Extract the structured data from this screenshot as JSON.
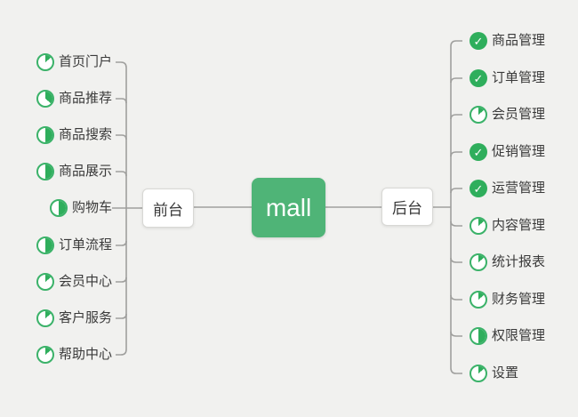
{
  "canvas": {
    "background": "#f1f1ef",
    "line_color": "#9f9f9d"
  },
  "root": {
    "label": "mall",
    "color": "#4fb477",
    "text_color": "#ffffff"
  },
  "branches": [
    {
      "label": "前台",
      "side": "left",
      "items": [
        {
          "label": "首页门户",
          "icon": "pie-1-8"
        },
        {
          "label": "商品推荐",
          "icon": "pie-3-8"
        },
        {
          "label": "商品搜索",
          "icon": "pie-4-8"
        },
        {
          "label": "商品展示",
          "icon": "pie-4-8"
        },
        {
          "label": "购物车",
          "icon": "pie-4-8"
        },
        {
          "label": "订单流程",
          "icon": "pie-4-8"
        },
        {
          "label": "会员中心",
          "icon": "pie-1-8"
        },
        {
          "label": "客户服务",
          "icon": "pie-1-8"
        },
        {
          "label": "帮助中心",
          "icon": "pie-1-8"
        }
      ]
    },
    {
      "label": "后台",
      "side": "right",
      "items": [
        {
          "label": "商品管理",
          "icon": "check"
        },
        {
          "label": "订单管理",
          "icon": "check"
        },
        {
          "label": "会员管理",
          "icon": "pie-1-8"
        },
        {
          "label": "促销管理",
          "icon": "check"
        },
        {
          "label": "运营管理",
          "icon": "check"
        },
        {
          "label": "内容管理",
          "icon": "pie-1-8"
        },
        {
          "label": "统计报表",
          "icon": "pie-1-8"
        },
        {
          "label": "财务管理",
          "icon": "pie-1-8"
        },
        {
          "label": "权限管理",
          "icon": "pie-4-8"
        },
        {
          "label": "设置",
          "icon": "pie-1-8"
        }
      ]
    }
  ],
  "icon_legend": {
    "check": "task-done-icon",
    "pie-1-8": "task-progress-eighth-icon",
    "pie-3-8": "task-progress-three-eighths-icon",
    "pie-4-8": "task-progress-half-icon"
  }
}
